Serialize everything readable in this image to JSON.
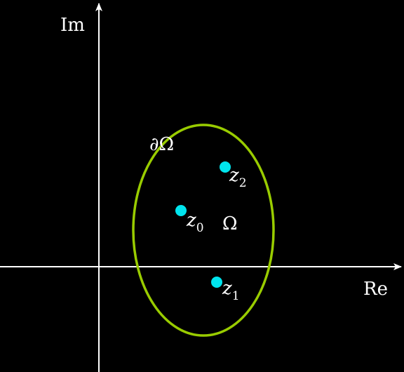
{
  "axes": {
    "real_label": "Re",
    "imag_label": "Im"
  },
  "region": {
    "label": "Ω",
    "boundary_label": "∂Ω"
  },
  "points": [
    {
      "name": "z",
      "subscript": "0"
    },
    {
      "name": "z",
      "subscript": "1"
    },
    {
      "name": "z",
      "subscript": "2"
    }
  ],
  "colors": {
    "background": "#000000",
    "axes": "#ffffff",
    "boundary": "#99cc00",
    "points": "#00e5ee",
    "text": "#ffffff"
  }
}
